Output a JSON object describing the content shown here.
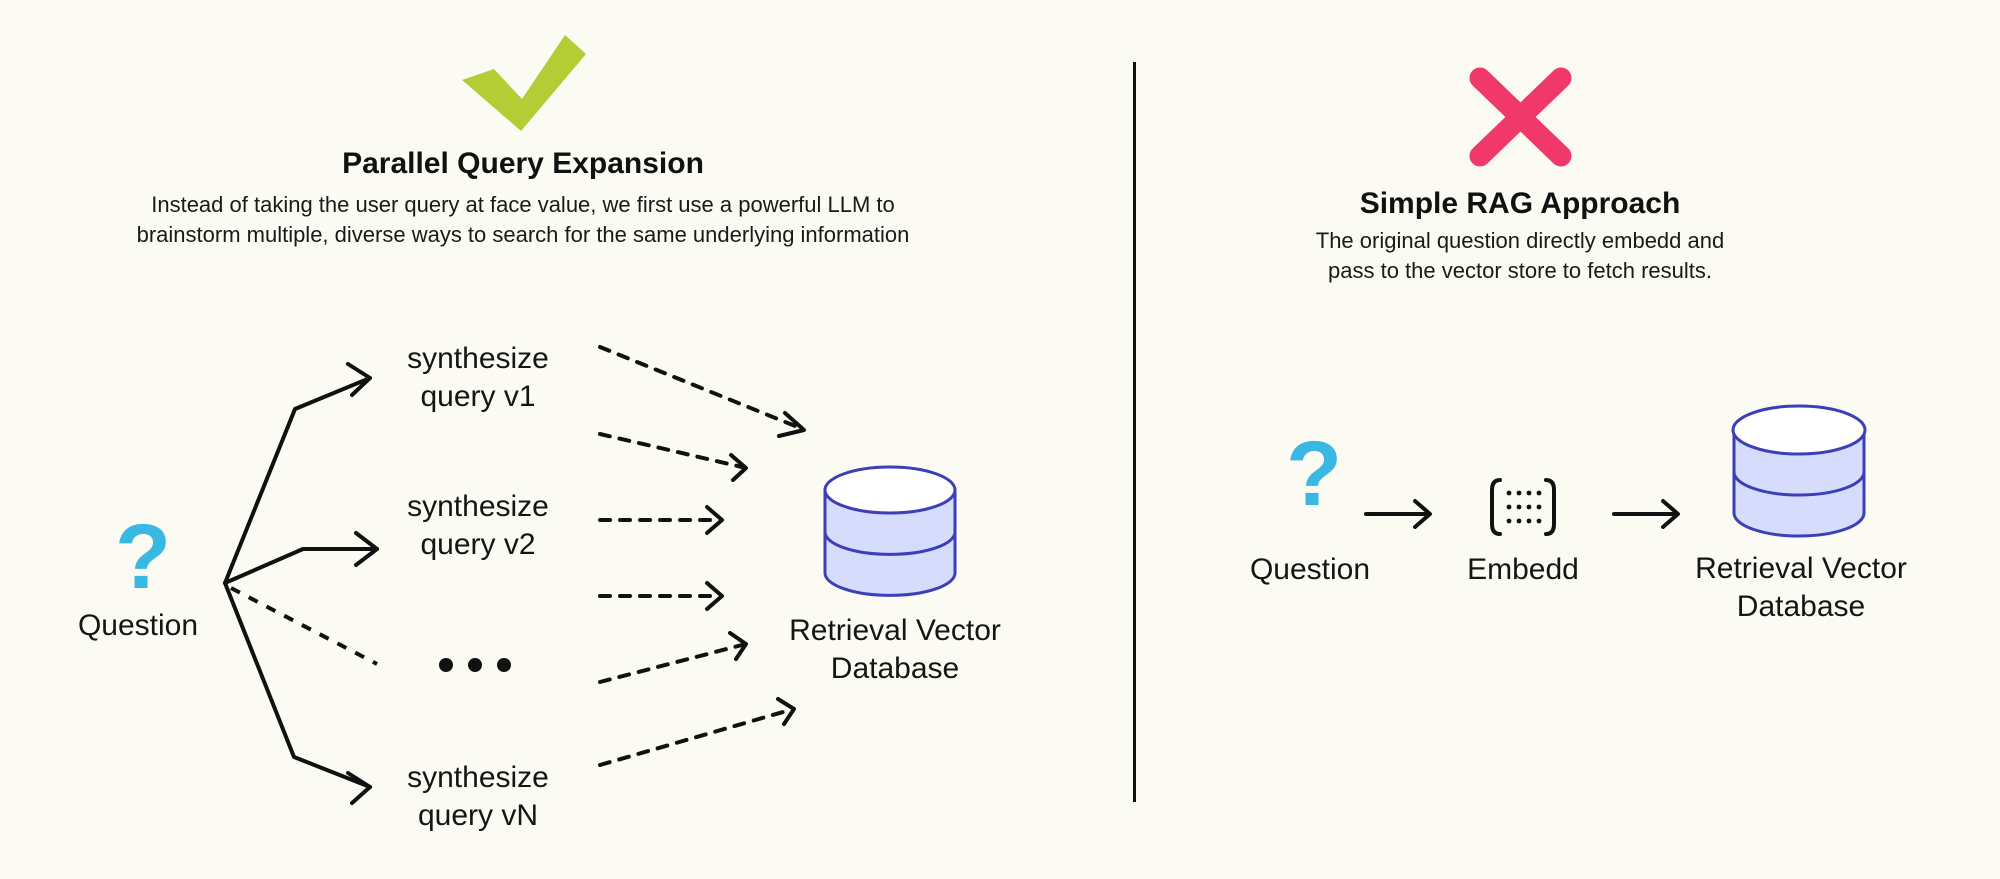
{
  "left": {
    "title": "Parallel Query Expansion",
    "description": [
      "Instead of taking the user query at face value, we first use a powerful LLM to",
      "brainstorm multiple, diverse ways to search for the same underlying information"
    ],
    "question_label": "Question",
    "queries": [
      [
        "synthesize",
        "query v1"
      ],
      [
        "synthesize",
        "query v2"
      ],
      [
        "synthesize",
        "query vN"
      ]
    ],
    "database_label": [
      "Retrieval Vector",
      "Database"
    ]
  },
  "right": {
    "title": "Simple RAG Approach",
    "description": [
      "The original question directly embedd and",
      "pass to the vector store to fetch results."
    ],
    "question_label": "Question",
    "embed_label": "Embedd",
    "database_label": [
      "Retrieval Vector",
      "Database"
    ]
  },
  "colors": {
    "background": "#fbfaf3",
    "check": "#b5cd34",
    "cross": "#f0396a",
    "question_mark": "#3ab8e4",
    "database_fill": "#d6dcfb",
    "database_stroke": "#3b3fb8",
    "line": "#111111"
  },
  "icons": {
    "check": "check-icon",
    "cross": "cross-icon",
    "question": "question-mark-icon",
    "embed": "embedding-icon",
    "database": "database-icon"
  }
}
